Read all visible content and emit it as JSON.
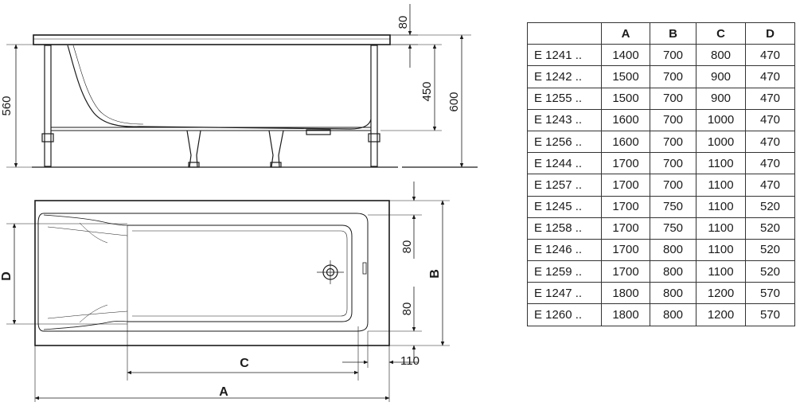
{
  "dimensions": {
    "side_view": {
      "rim_height": "80",
      "total_height": "560",
      "inner_depth": "450",
      "overall_height": "600"
    },
    "top_view": {
      "letter_d": "D",
      "letter_b": "B",
      "letter_c": "C",
      "letter_a": "A",
      "offset_top": "80",
      "offset_bottom": "80",
      "drain_offset": "110"
    }
  },
  "table": {
    "headers": [
      "",
      "A",
      "B",
      "C",
      "D"
    ],
    "rows": [
      [
        "E 1241 ..",
        "1400",
        "700",
        "800",
        "470"
      ],
      [
        "E 1242 ..",
        "1500",
        "700",
        "900",
        "470"
      ],
      [
        "E 1255 ..",
        "1500",
        "700",
        "900",
        "470"
      ],
      [
        "E 1243 ..",
        "1600",
        "700",
        "1000",
        "470"
      ],
      [
        "E 1256 ..",
        "1600",
        "700",
        "1000",
        "470"
      ],
      [
        "E 1244 ..",
        "1700",
        "700",
        "1100",
        "470"
      ],
      [
        "E 1257 ..",
        "1700",
        "700",
        "1100",
        "470"
      ],
      [
        "E 1245 ..",
        "1700",
        "750",
        "1100",
        "520"
      ],
      [
        "E 1258 ..",
        "1700",
        "750",
        "1100",
        "520"
      ],
      [
        "E 1246 ..",
        "1700",
        "800",
        "1100",
        "520"
      ],
      [
        "E 1259 ..",
        "1700",
        "800",
        "1100",
        "520"
      ],
      [
        "E 1247 ..",
        "1800",
        "800",
        "1200",
        "570"
      ],
      [
        "E 1260 ..",
        "1800",
        "800",
        "1200",
        "570"
      ]
    ]
  }
}
